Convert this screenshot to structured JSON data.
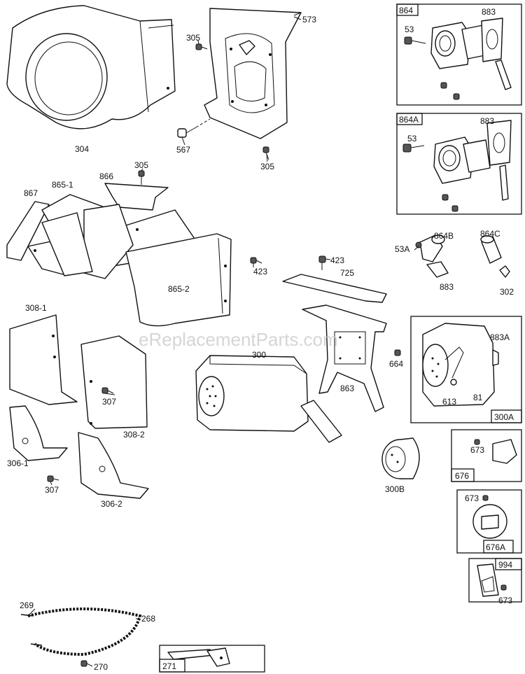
{
  "watermark": "eReplacementParts.com",
  "labels": {
    "p304": "304",
    "p305a": "305",
    "p573": "573",
    "p567": "567",
    "p305b": "305",
    "p864": "864",
    "p883a": "883",
    "p53a": "53",
    "p864a": "864A",
    "p883b": "883",
    "p53b": "53",
    "p305c": "305",
    "p866": "866",
    "p867": "867",
    "p865_1": "865-1",
    "p865_2": "865-2",
    "p423a": "423",
    "p423b": "423",
    "p725": "725",
    "p53A": "53A",
    "p864B": "864B",
    "p864C": "864C",
    "p883c": "883",
    "p302": "302",
    "p308_1": "308-1",
    "p308_2": "308-2",
    "p307a": "307",
    "p307b": "307",
    "p306_1": "306-1",
    "p306_2": "306-2",
    "p300": "300",
    "p863": "863",
    "p664": "664",
    "p883A": "883A",
    "p613": "613",
    "p81": "81",
    "p300A": "300A",
    "p300B": "300B",
    "p673a": "673",
    "p676": "676",
    "p673b": "673",
    "p676A": "676A",
    "p994": "994",
    "p673c": "673",
    "p269": "269",
    "p268": "268",
    "p270": "270",
    "p271": "271"
  }
}
